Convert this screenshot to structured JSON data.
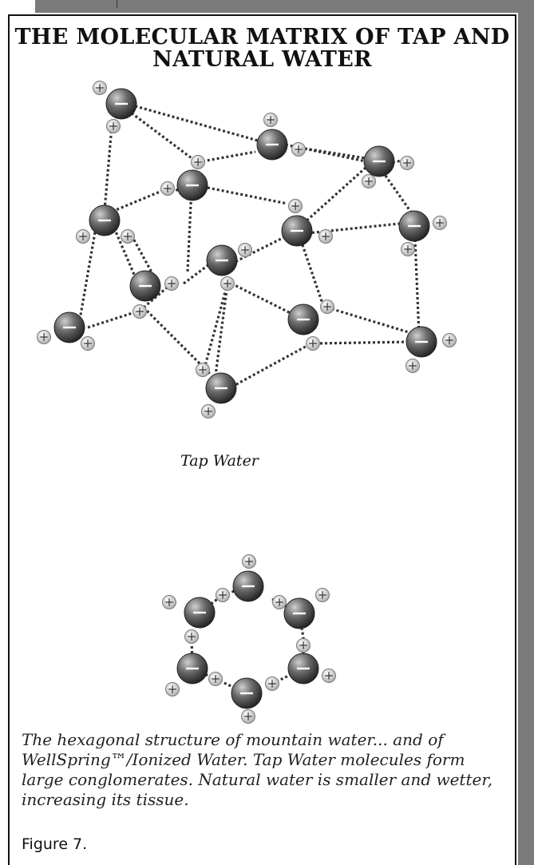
{
  "title": "THE MOLECULAR MATRIX OF TAP AND NATURAL WATER",
  "tap_water_label": "Tap Water",
  "caption": "The hexagonal structure of mountain water... and of WellSpring™/Ionized Water. Tap Water molecules form large conglomerates. Natural water is smaller and wetter, increasing its tissue.",
  "figure_label": "Figure 7.",
  "colors": {
    "frame_shadow": "#7a7a7a",
    "oxygen": "#3d3d3d",
    "hydrogen": "#d9d9d9",
    "bond": "#333333"
  }
}
